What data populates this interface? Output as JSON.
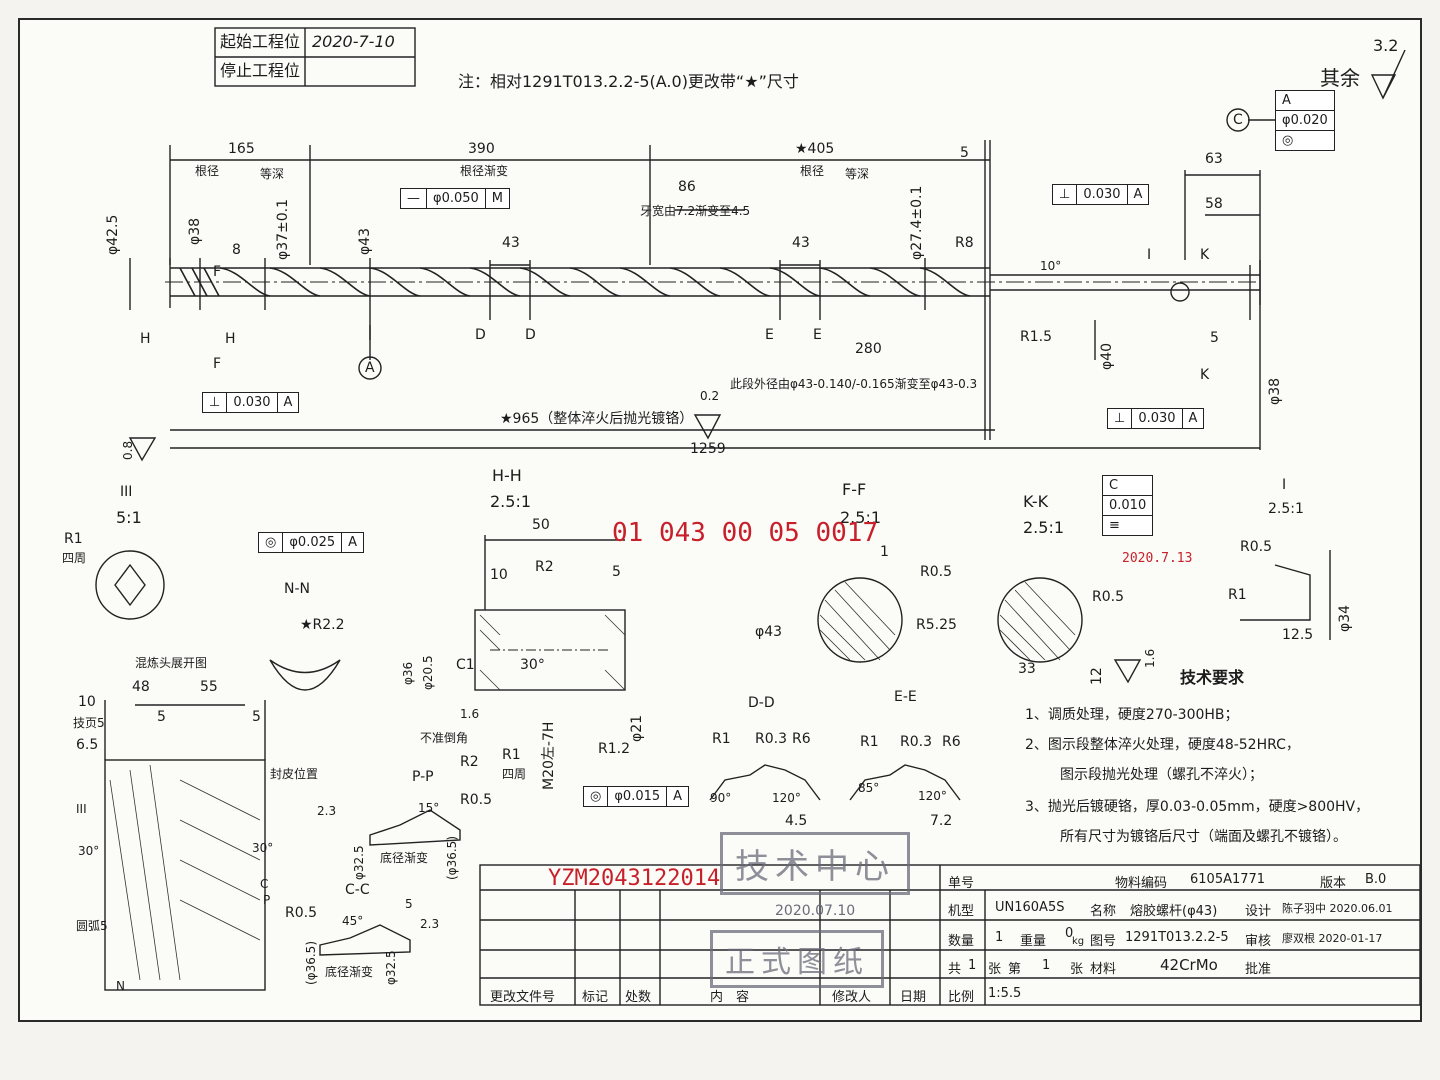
{
  "header_table": {
    "start_label": "起始工程位",
    "start_value": "2020-7-10",
    "stop_label": "停止工程位",
    "stop_value": ""
  },
  "note": "注：相对1291T013.2.2-5(A.0)更改带“★”尺寸",
  "roughness_other": {
    "label": "其余",
    "value": "3.2"
  },
  "dimensions": {
    "d165": "165",
    "d390": "390",
    "d405": "★405",
    "d5": "5",
    "root_dia_1": "根径",
    "root_depth_1": "等深",
    "root_gradual": "根径渐变",
    "root_dia_2": "根径",
    "root_depth_2": "等深",
    "d86": "86",
    "tooth_width": "牙宽由7.2渐变至4.5",
    "d43a": "43",
    "d43b": "43",
    "r8": "R8",
    "r15": "R1.5",
    "d8": "8",
    "phi425": "φ42.5",
    "phi38": "φ38",
    "phi37": "φ37±0.1",
    "phi43": "φ43",
    "phi274": "φ27.4±0.1",
    "phi40": "φ40",
    "d280": "280",
    "deg10": "10°",
    "d965": "★965（整体淬火后抛光镀铬）",
    "d1259": "1259",
    "outer_dia_note": "此段外径由φ43-0.140/-0.165渐变至φ43-0.3",
    "d63": "63",
    "d58": "58",
    "d5b": "5",
    "phi38b": "φ38",
    "rough_02": "0.2",
    "rough_08": "0.8"
  },
  "section_labels": {
    "F": "F",
    "H": "H",
    "D": "D",
    "E": "E",
    "K": "K",
    "I": "I",
    "A": "A",
    "C": "C"
  },
  "tolerances": {
    "pos_phi050": {
      "sym": "—",
      "val": "φ0.050",
      "mod": "M"
    },
    "perp_030_left": {
      "sym": "⊥",
      "val": "0.030",
      "ref": "A"
    },
    "perp_030_right_top": {
      "sym": "⊥",
      "val": "0.030",
      "ref": "A"
    },
    "perp_030_right_bot": {
      "sym": "⊥",
      "val": "0.030",
      "ref": "A"
    },
    "runout_020": {
      "sym": "◎",
      "val": "φ0.020",
      "ref": "A"
    },
    "conc_025": {
      "sym": "◎",
      "val": "φ0.025",
      "ref": "A"
    },
    "conc_015": {
      "sym": "◎",
      "val": "φ0.015",
      "ref": "A"
    },
    "sym_010": {
      "sym": "≡",
      "val": "0.010",
      "ref": "C"
    }
  },
  "views": {
    "iii": {
      "title": "III",
      "scale": "5:1",
      "r1": "R1",
      "note": "四周"
    },
    "hh": {
      "title": "H-H",
      "scale": "2.5:1",
      "d50": "50",
      "d10": "10",
      "r2": "R2",
      "d5": "5",
      "c1": "C1",
      "ang": "30°",
      "phi36": "φ36",
      "phi205": "φ20.5",
      "d16": "1.6",
      "no_chamfer": "不准倒角",
      "r2b": "R2",
      "r1": "R1",
      "r1note": "四周",
      "thread": "M20左-7H",
      "r12": "R1.2",
      "phi21": "φ21"
    },
    "nn": {
      "title": "N-N",
      "r22": "★R2.2"
    },
    "ff": {
      "title": "F-F",
      "scale": "2.5:1",
      "r05": "R0.5",
      "r525": "R5.25",
      "phi43": "φ43",
      "one": "1"
    },
    "kk": {
      "title": "K-K",
      "scale": "2.5:1",
      "r05": "R0.5",
      "d33": "33",
      "d12": "12",
      "rough": "1.6"
    },
    "i": {
      "title": "I",
      "scale": "2.5:1",
      "r05": "R0.5",
      "r1": "R1",
      "d125": "12.5",
      "phi34": "φ34"
    },
    "dd": {
      "title": "D-D",
      "r1": "R1",
      "r03": "R0.3",
      "r6": "R6",
      "a90": "90°",
      "a120": "120°",
      "d45": "4.5"
    },
    "ee": {
      "title": "E-E",
      "r1": "R1",
      "r03": "R0.3",
      "r6": "R6",
      "a85": "85°",
      "a120": "120°",
      "d72": "7.2"
    },
    "pp": {
      "title": "P-P",
      "r05": "R0.5",
      "d23": "2.3",
      "a15": "15°",
      "phi325": "φ32.5",
      "phi365": "(φ36.5)",
      "note": "底径渐变"
    },
    "cc": {
      "title": "C-C",
      "r05": "R0.5",
      "d5": "5",
      "d23": "2.3",
      "a45": "45°",
      "phi365": "(φ36.5)",
      "phi325": "φ32.5",
      "note": "底径渐变"
    },
    "mix": {
      "title": "混炼头展开图",
      "d48": "48",
      "d55": "55",
      "d10": "10",
      "d5a": "5",
      "d5b": "5",
      "d65": "6.5",
      "note1": "技页5",
      "start_pos": "封皮位置",
      "a30a": "30°",
      "a30b": "30°",
      "lbl_iii": "III",
      "lbl_p": "P",
      "lbl_c": "C",
      "lbl_n": "N",
      "side": "圆弧5"
    }
  },
  "handwritten": {
    "red_code": "01 043 00 05 0017",
    "ref": "YZM2043122014",
    "date_note": "2020.7.13"
  },
  "tech_requirements": {
    "title": "技术要求",
    "items": [
      "1、调质处理，硬度270-300HB；",
      "2、图示段整体淬火处理，硬度48-52HRC，",
      "图示段抛光处理（螺孔不淬火）；",
      "3、抛光后镀硬铬，厚0.03-0.05mm，硬度>800HV，",
      "所有尺寸为镀铬后尺寸（端面及螺孔不镀铬）。"
    ]
  },
  "stamps": {
    "tech_center": "技术中心",
    "date": "2020.07.10",
    "official": "正式图纸"
  },
  "title_block": {
    "order_label": "单号",
    "order_value": "",
    "material_code_label": "物料编码",
    "material_code": "6105A1771",
    "version_label": "版本",
    "version": "B.0",
    "model_label": "机型",
    "model": "UN160A5S",
    "name_label": "名称",
    "name": "熔胶螺杆(φ43)",
    "design_label": "设计",
    "design": "陈子羽中 2020.06.01",
    "qty_label": "数量",
    "qty": "1",
    "weight_label": "重量",
    "weight": "0",
    "weight_unit": "kg",
    "drawing_label": "图号",
    "drawing_no": "1291T013.2.2-5",
    "review_label": "审核",
    "review": "廖双根 2020-01-17",
    "total_label": "共",
    "total": "1",
    "sheet_unit": "张",
    "sheet_label": "第",
    "sheet": "1",
    "sheet_unit2": "张",
    "material_label": "材料",
    "material": "42CrMo",
    "approve_label": "批准",
    "approve": "",
    "scale_label": "比例",
    "scale": "1:5.5",
    "rev_doc": "更改文件号",
    "rev_mark": "标记",
    "rev_count": "处数",
    "rev_content": "内　容",
    "rev_by": "修改人",
    "rev_date": "日期"
  }
}
